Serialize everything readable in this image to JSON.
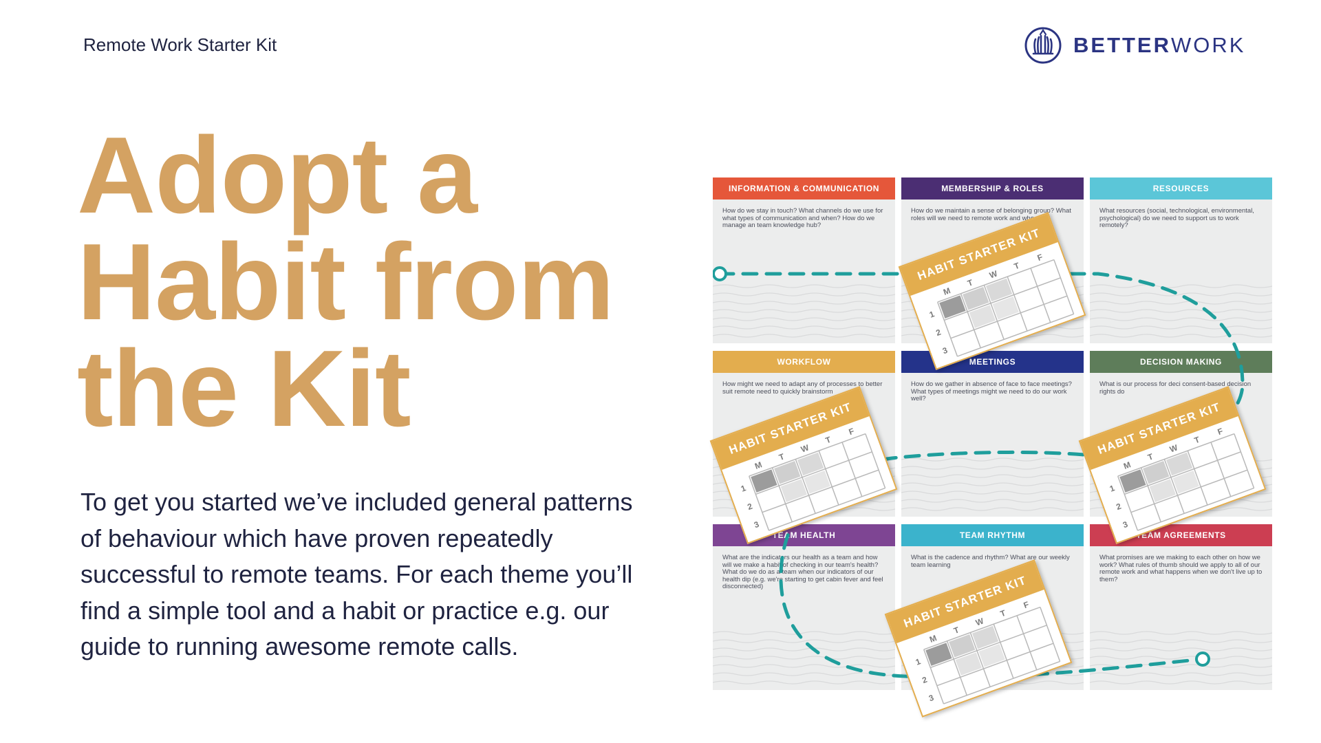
{
  "header": {
    "kit_label": "Remote Work Starter Kit",
    "logo": {
      "text_bold": "BETTER",
      "text_light": "WORK",
      "icon": "hands-circle-logo-icon",
      "color": "#2b3482"
    }
  },
  "headline": {
    "lines": [
      "Adopt a",
      "Habit from",
      "the Kit"
    ],
    "color": "#d4a262"
  },
  "body": {
    "text": "To get you started we’ve included general patterns of behaviour which have proven repeatedly successful to remote teams. For each theme you’ll find a simple tool and a habit or practice e.g. our guide to running awesome remote calls."
  },
  "board": {
    "path_color": "#1f9e9c",
    "cards": [
      {
        "title": "INFORMATION & COMMUNICATION",
        "color": "#e5573a",
        "question": "How do we stay in touch? What channels do we use for what types of communication and when? How do we manage an team knowledge hub?"
      },
      {
        "title": "MEMBERSHIP & ROLES",
        "color": "#4b2e73",
        "question": "How do we maintain a sense of belonging group? What roles will we need to remote work and who wi"
      },
      {
        "title": "RESOURCES",
        "color": "#5bc6d8",
        "question": "What resources (social, technological, environmental, psychological) do we need to support us to work remotely?"
      },
      {
        "title": "WORKFLOW",
        "color": "#e3ad4e",
        "question": "How might we need to adapt any of processes to better suit remote need to quickly brainstorm"
      },
      {
        "title": "MEETINGS",
        "color": "#24338a",
        "question": "How do we gather in absence of face to face meetings? What types of meetings might we need to do our work well?"
      },
      {
        "title": "DECISION MAKING",
        "color": "#5e7d5a",
        "question": "What is our process for deci consent-based decision rights do"
      },
      {
        "title": "TEAM HEALTH",
        "color": "#7e4593",
        "question": "What are the indicators our health as a team and how will we make a habit of checking in our team's health? What do we do as a team when our indicators of our health dip (e.g. we're starting to get cabin fever and feel disconnected)"
      },
      {
        "title": "TEAM RHYTHM",
        "color": "#3bb3cc",
        "question": "What is the cadence and rhythm? What are our weekly team learning"
      },
      {
        "title": "TEAM AGREEMENTS",
        "color": "#cc3e52",
        "question": "What promises are we making to each other on how we work? What rules of thumb should we apply to all of our remote work and what happens when we don't live up to them?"
      }
    ],
    "habit_cards": [
      {
        "title": "HABIT STARTER KIT",
        "days": [
          "M",
          "T",
          "W",
          "T",
          "F"
        ],
        "rows": [
          "1",
          "2",
          "3"
        ]
      },
      {
        "title": "HABIT STARTER KIT",
        "days": [
          "M",
          "T",
          "W",
          "T",
          "F"
        ],
        "rows": [
          "1",
          "2",
          "3"
        ]
      },
      {
        "title": "HABIT STARTER KIT",
        "days": [
          "M",
          "T",
          "W",
          "T",
          "F"
        ],
        "rows": [
          "1",
          "2",
          "3"
        ]
      },
      {
        "title": "HABIT STARTER KIT",
        "days": [
          "M",
          "T",
          "W",
          "T",
          "F"
        ],
        "rows": [
          "1",
          "2",
          "3"
        ]
      }
    ]
  }
}
